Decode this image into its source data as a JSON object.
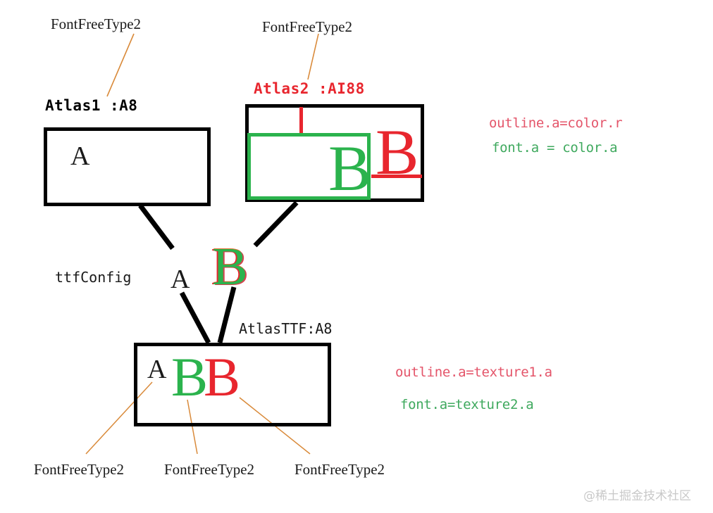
{
  "diagram": {
    "title_labels": {
      "atlas1": "Atlas1 :A8",
      "atlas2": "Atlas2 :AI88",
      "atlas_ttf": "AtlasTTF:A8",
      "ttf_config": "ttfConfig"
    },
    "callouts": {
      "top_left": "FontFreeType2",
      "top_mid": "FontFreeType2",
      "bottom_1": "FontFreeType2",
      "bottom_2": "FontFreeType2",
      "bottom_3": "FontFreeType2"
    },
    "annotations": {
      "upper_outline": "outline.a=color.r",
      "upper_font": "font.a = color.a",
      "lower_outline": "outline.a=texture1.a",
      "lower_font": "font.a=texture2.a"
    },
    "glyphs": {
      "atlas1_a": "A",
      "atlas2_b_green": "B",
      "atlas2_b_red": "B",
      "mid_a": "A",
      "mid_b": "B",
      "ttf_a": "A",
      "ttf_b_green": "B",
      "ttf_b_red": "B"
    },
    "colors": {
      "red": "#E8262E",
      "green": "#2BB34D",
      "black": "#000000",
      "orange_leader": "#D98A3A",
      "annot_red": "#E4556A",
      "annot_green": "#3FA95E"
    },
    "watermark": "@稀土掘金技术社区"
  }
}
